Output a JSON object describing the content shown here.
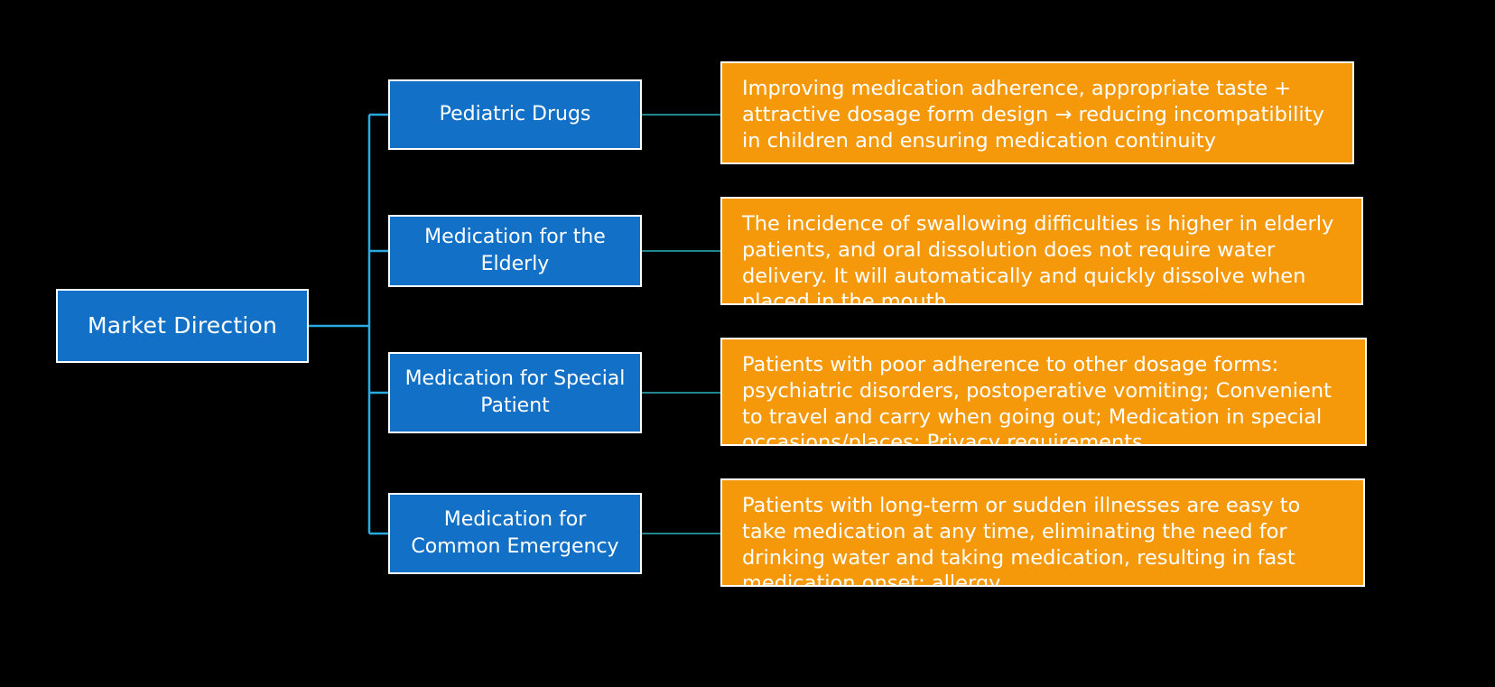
{
  "diagram": {
    "title": "Market Direction",
    "type": "tree-diagram",
    "background_color": "#000000",
    "node_color": "#1271C7",
    "description_color": "#F5990B",
    "connector_color": "#29ABE2",
    "border_color": "#FFFFFF",
    "text_color": "#FFFFFF"
  },
  "root": {
    "label": "Market Direction"
  },
  "branches": [
    {
      "label": "Pediatric Drugs",
      "description": "Improving medication adherence, appropriate taste + attractive dosage form design → reducing incompatibility in children and ensuring medication continuity"
    },
    {
      "label": "Medication for the Elderly",
      "description": "The incidence of swallowing difficulties is higher in elderly patients, and oral dissolution does not require water delivery. It will automatically and quickly dissolve when placed in the mouth"
    },
    {
      "label": "Medication for Special Patient",
      "description": "Patients with poor adherence to other dosage forms: psychiatric disorders, postoperative vomiting; Convenient to travel and carry when going out; Medication in special occasions/places; Privacy requirements"
    },
    {
      "label": "Medication for Common Emergency",
      "description": "Patients with long-term or sudden illnesses are easy to take medication at any time, eliminating the need for drinking water and taking medication, resulting in fast medication onset; allergy"
    }
  ]
}
